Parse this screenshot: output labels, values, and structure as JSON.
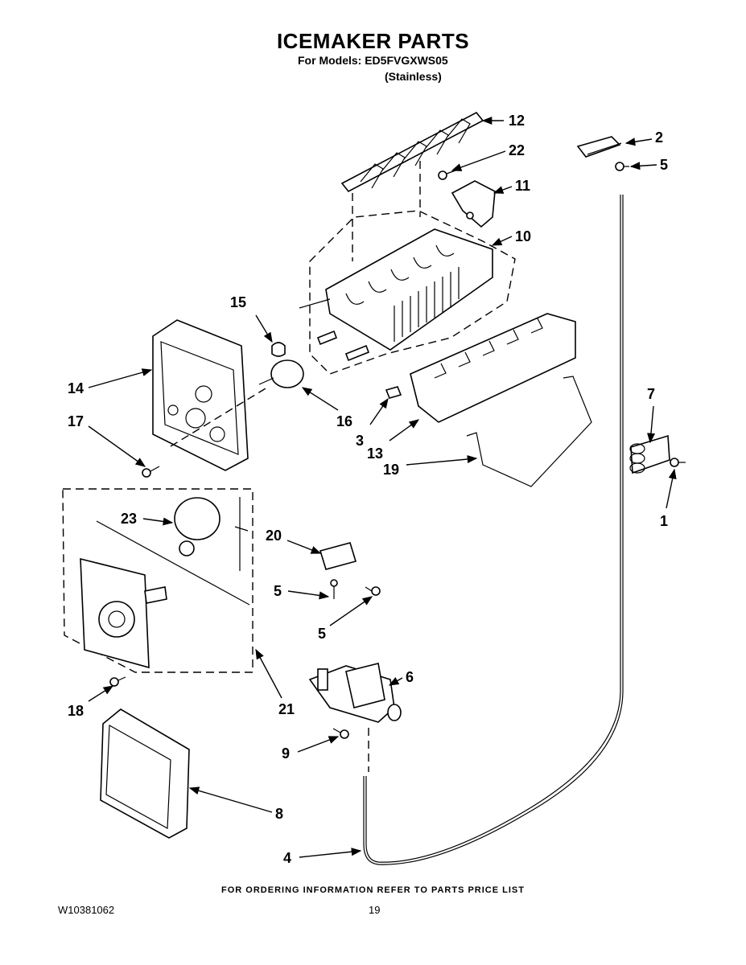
{
  "header": {
    "title": "ICEMAKER PARTS",
    "models_line": "For Models: ED5FVGXWS05",
    "variant": "(Stainless)"
  },
  "callouts": {
    "c1": "1",
    "c2": "2",
    "c3": "3",
    "c4": "4",
    "c5a": "5",
    "c5b": "5",
    "c5c": "5",
    "c6": "6",
    "c7": "7",
    "c8": "8",
    "c9": "9",
    "c10": "10",
    "c11": "11",
    "c12": "12",
    "c13": "13",
    "c14": "14",
    "c15": "15",
    "c16": "16",
    "c17": "17",
    "c18": "18",
    "c19": "19",
    "c20": "20",
    "c21": "21",
    "c22": "22",
    "c23": "23"
  },
  "footer": {
    "ordering_note": "FOR ORDERING INFORMATION REFER TO PARTS PRICE LIST",
    "doc_code": "W10381062",
    "page_number": "19"
  }
}
